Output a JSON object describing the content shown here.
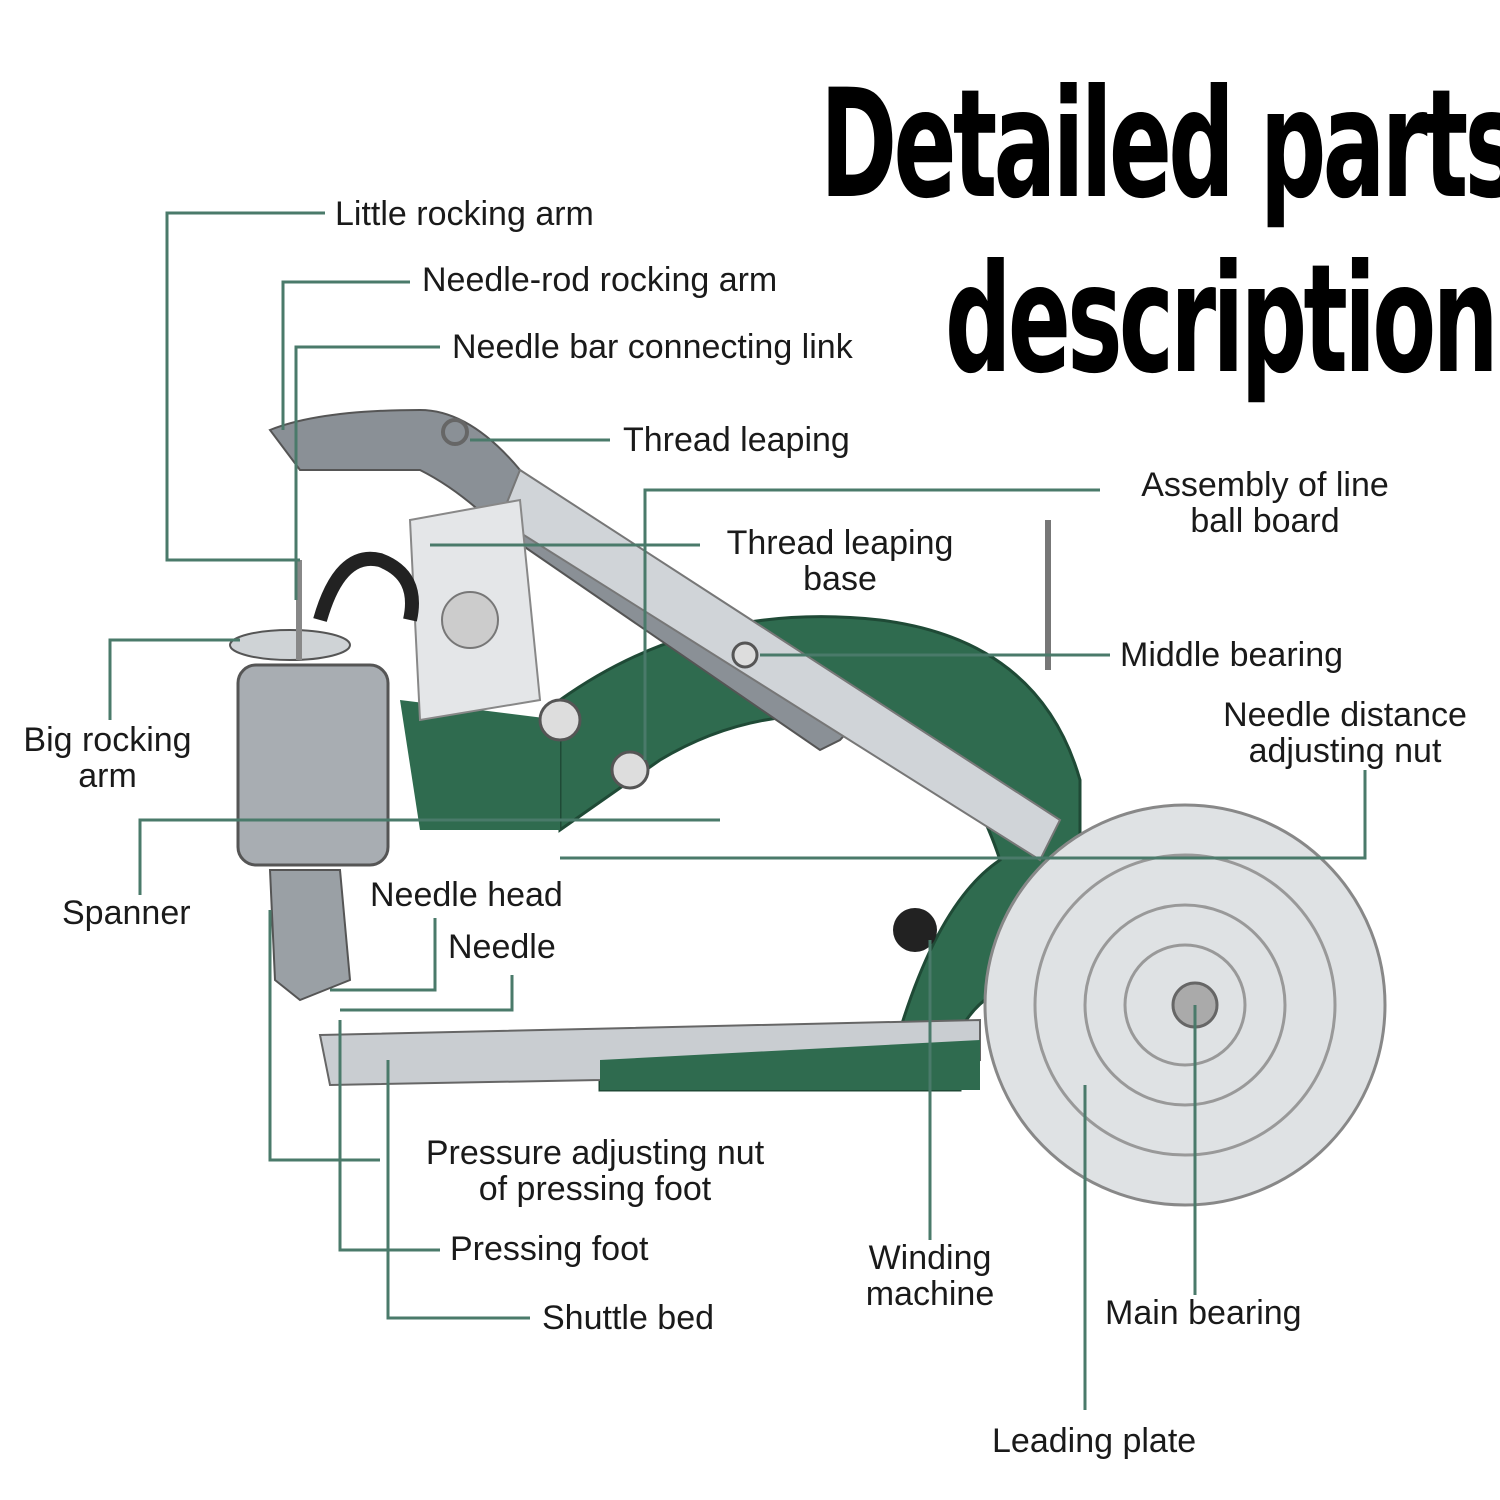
{
  "title": {
    "line1": "Detailed parts",
    "line2": "description"
  },
  "colors": {
    "leader": "#4a7a6a",
    "machine_green": "#2f6b4f",
    "metal": "#b8bcbf"
  },
  "labels": {
    "little_rocking_arm": "Little rocking arm",
    "needle_rod_rocking_arm": "Needle-rod rocking arm",
    "needle_bar_connecting_link": "Needle bar connecting link",
    "thread_leaping": "Thread leaping",
    "assembly_line1": "Assembly of line",
    "assembly_line2": "ball board",
    "thread_leaping_base_1": "Thread leaping",
    "thread_leaping_base_2": "base",
    "middle_bearing": "Middle bearing",
    "needle_distance_1": "Needle distance",
    "needle_distance_2": "adjusting nut",
    "big_rocking_arm_1": "Big rocking",
    "big_rocking_arm_2": "arm",
    "spanner": "Spanner",
    "needle_head": "Needle head",
    "needle": "Needle",
    "pressure_nut_1": "Pressure adjusting nut",
    "pressure_nut_2": "of pressing foot",
    "pressing_foot": "Pressing foot",
    "shuttle_bed": "Shuttle bed",
    "winding_1": "Winding",
    "winding_2": "machine",
    "main_bearing": "Main bearing",
    "leading_plate": "Leading plate"
  }
}
